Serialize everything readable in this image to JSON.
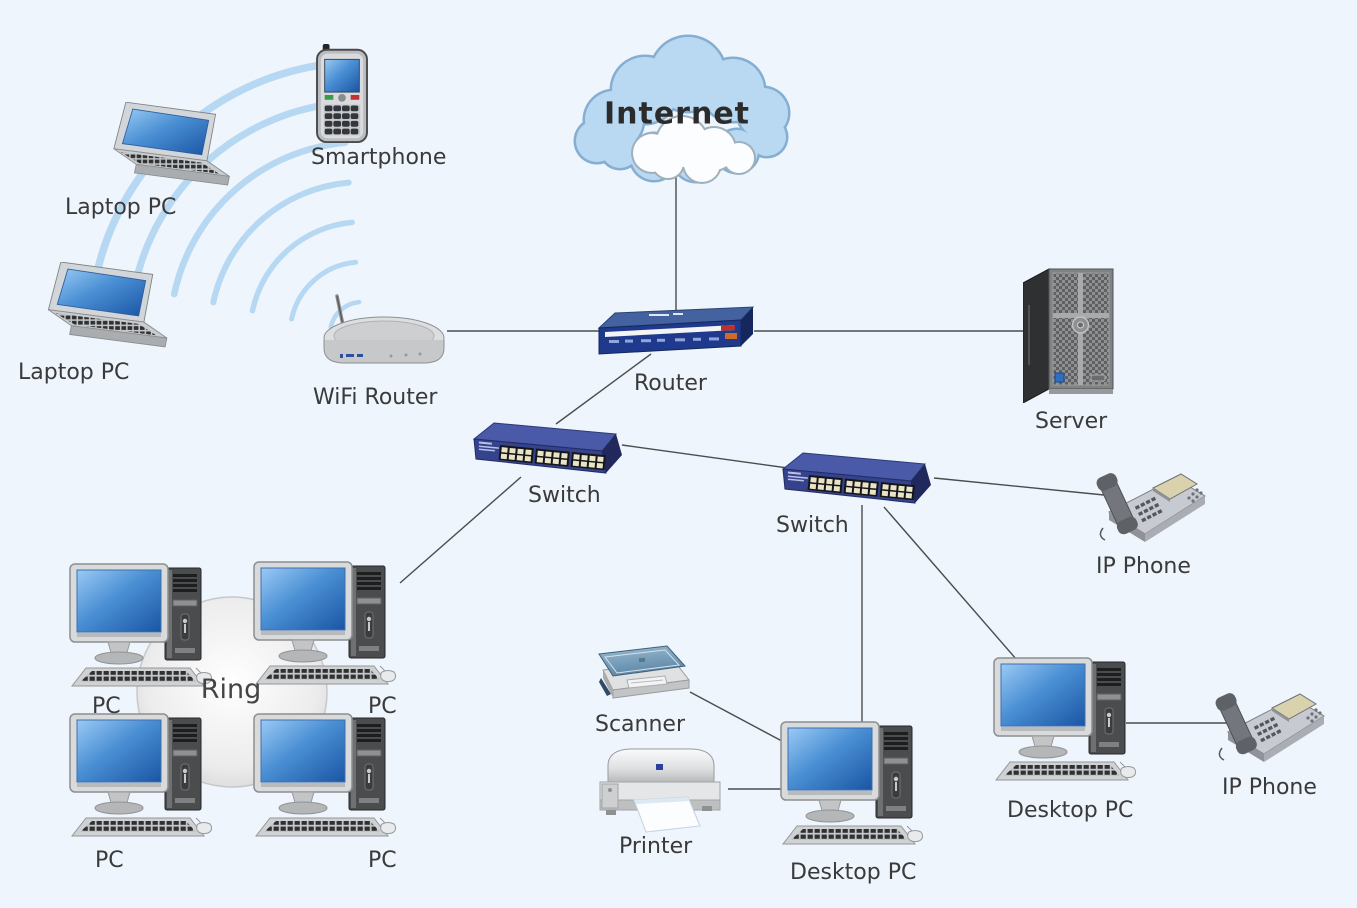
{
  "colors": {
    "background": "#eef5fc",
    "label_text": "#3a3a3a",
    "connector": "#4c4c4c",
    "wireless_arc": "#b6d8f2",
    "cloud_fill": "#b9d8f1",
    "cloud_outline": "#86aed2",
    "screen_blue_top": "#9acaf4",
    "screen_blue_bottom": "#1a55a4",
    "switch_navy": "#35438c",
    "router_blue": "#1f3a8c"
  },
  "nodes": {
    "internet": {
      "label": "Internet"
    },
    "smartphone": {
      "label": "Smartphone"
    },
    "laptop_top": {
      "label": "Laptop PC"
    },
    "laptop_bottom": {
      "label": "Laptop PC"
    },
    "wifi_router": {
      "label": "WiFi Router"
    },
    "router": {
      "label": "Router"
    },
    "server": {
      "label": "Server"
    },
    "switch_left": {
      "label": "Switch"
    },
    "switch_right": {
      "label": "Switch"
    },
    "ip_phone_top": {
      "label": "IP Phone"
    },
    "ip_phone_bottom": {
      "label": "IP Phone"
    },
    "ring": {
      "label": "Ring"
    },
    "pc_top_left": {
      "label": "PC"
    },
    "pc_top_right": {
      "label": "PC"
    },
    "pc_bottom_left": {
      "label": "PC"
    },
    "pc_bottom_right": {
      "label": "PC"
    },
    "scanner": {
      "label": "Scanner"
    },
    "printer": {
      "label": "Printer"
    },
    "desktop_pc_center": {
      "label": "Desktop PC"
    },
    "desktop_pc_right": {
      "label": "Desktop PC"
    }
  },
  "connections": [
    {
      "from": "internet",
      "to": "router",
      "type": "wired"
    },
    {
      "from": "wifi_router",
      "to": "router",
      "type": "wired"
    },
    {
      "from": "router",
      "to": "server",
      "type": "wired"
    },
    {
      "from": "router",
      "to": "switch_left",
      "type": "wired"
    },
    {
      "from": "switch_left",
      "to": "switch_right",
      "type": "wired"
    },
    {
      "from": "switch_left",
      "to": "pc_top_right",
      "type": "wired"
    },
    {
      "from": "switch_right",
      "to": "ip_phone_top",
      "type": "wired"
    },
    {
      "from": "switch_right",
      "to": "desktop_pc_center",
      "type": "wired"
    },
    {
      "from": "switch_right",
      "to": "desktop_pc_right",
      "type": "wired"
    },
    {
      "from": "scanner",
      "to": "desktop_pc_center",
      "type": "wired"
    },
    {
      "from": "printer",
      "to": "desktop_pc_center",
      "type": "wired"
    },
    {
      "from": "desktop_pc_right",
      "to": "ip_phone_bottom",
      "type": "wired"
    },
    {
      "from": "wifi_router",
      "to": "laptop_top",
      "type": "wireless"
    },
    {
      "from": "wifi_router",
      "to": "laptop_bottom",
      "type": "wireless"
    },
    {
      "from": "wifi_router",
      "to": "smartphone",
      "type": "wireless"
    }
  ]
}
